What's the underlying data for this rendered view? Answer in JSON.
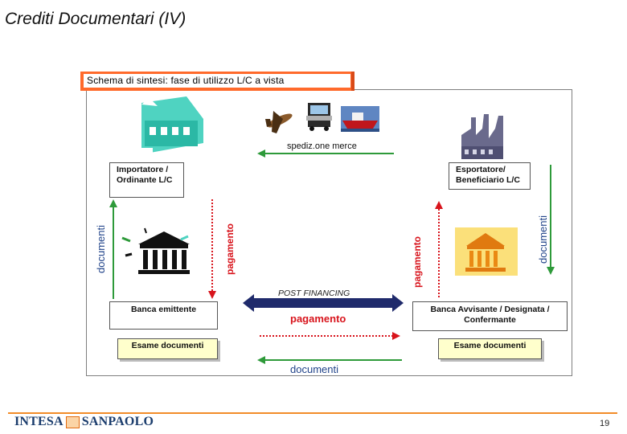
{
  "slide": {
    "title": "Crediti Documentari (IV)",
    "page_number": "19"
  },
  "banner": {
    "text": "Schema di sintesi: fase di utilizzo L/C a vista"
  },
  "parties": {
    "importer": [
      "Importatore /",
      "Ordinante L/C"
    ],
    "exporter": [
      "Esportatore/",
      "Beneficiario L/C"
    ],
    "issuing_bank": "Banca emittente",
    "advising_bank": [
      "Banca Avvisante / Designata /",
      "Confermante"
    ]
  },
  "flows": {
    "shipment": "spediz.one merce",
    "post_financing": "POST FINANCING",
    "payment_center": "pagamento",
    "documents_bottom": "documenti",
    "documents_left": "documenti",
    "payment_left": "pagamento",
    "payment_right": "pagamento",
    "documents_right": "documenti"
  },
  "exam": {
    "left": "Esame documenti",
    "right": "Esame documenti"
  },
  "footer": {
    "logo_left": "INTESA",
    "logo_right": "SANPAOLO"
  },
  "icons": [
    "factory-icon",
    "airplane-icon",
    "truck-icon",
    "ship-icon",
    "industrial-plant-icon",
    "bank-building-icon",
    "bank-building-gold-icon"
  ],
  "colors": {
    "banner_orange": "#ff6a2b",
    "green_arrow": "#2e9a3a",
    "red_arrow": "#d8141c",
    "navy_arrow": "#1f2a6b",
    "exam_fill": "#ffffcc",
    "footer_orange": "#f28c28",
    "logo_blue": "#1b3d6d"
  }
}
